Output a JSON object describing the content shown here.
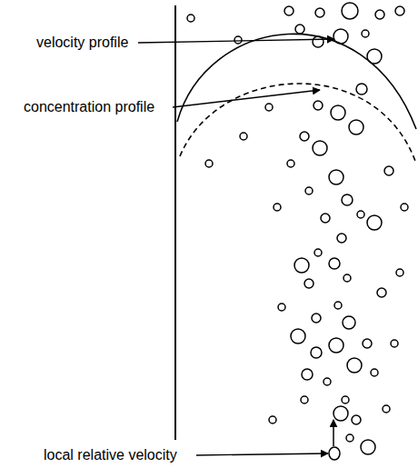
{
  "diagram": {
    "labels": [
      "velocity profile",
      "concentration profile",
      "local relative velocity"
    ]
  }
}
